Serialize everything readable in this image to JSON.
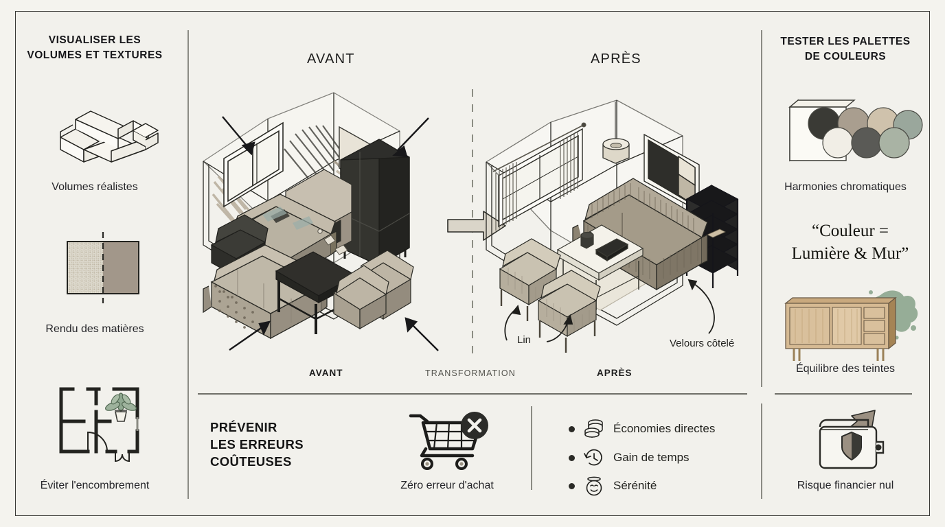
{
  "page": {
    "background": "#F2F1EC",
    "frame_color": "#3a3a36",
    "accent_beige": "#C9C2B2",
    "accent_sage": "#8FA890",
    "ink": "#1c1c1a"
  },
  "left_column": {
    "title_line1": "VISUALISER LES",
    "title_line2": "VOLUMES ET TEXTURES",
    "items": [
      {
        "icon": "sectional-sofa-icon",
        "caption": "Volumes réalistes"
      },
      {
        "icon": "material-swatch-icon",
        "caption": "Rendu des matières"
      },
      {
        "icon": "floor-plan-icon",
        "caption": "Éviter l'encombrement"
      }
    ]
  },
  "right_column": {
    "title_line1": "TESTER LES PALETTES",
    "title_line2": "DE COULEURS",
    "items": [
      {
        "icon": "color-palette-board-icon",
        "caption": "Harmonies chromatiques"
      },
      {
        "icon": "sideboard-icon",
        "caption": "Équilibre des teintes"
      },
      {
        "icon": "wallet-shield-icon",
        "caption": "Risque financier nul"
      }
    ],
    "quote_line1": "“Couleur =",
    "quote_line2": "Lumière & Mur”",
    "palette_swatches": [
      "#3A3A35",
      "#A99E8F",
      "#CFC2AC",
      "#9AA79C",
      "#F1EEE6",
      "#5A5A56",
      "#A9B3A4"
    ]
  },
  "center": {
    "heading_before": "AVANT",
    "heading_after": "APRÈS",
    "footer_before": "AVANT",
    "footer_middle": "TRANSFORMATION",
    "footer_after": "APRÈS",
    "annotation_linen": "Lin",
    "annotation_velvet": "Velours côtelé"
  },
  "bottom": {
    "title_line1": "PRÉVENIR",
    "title_line2": "LES ERREURS",
    "title_line3": "COÛTEUSES",
    "cart_caption": "Zéro erreur d'achat",
    "benefits": [
      {
        "icon": "coins-stack-icon",
        "label": "Économies directes"
      },
      {
        "icon": "clock-rewind-icon",
        "label": "Gain de temps"
      },
      {
        "icon": "serene-face-icon",
        "label": "Sérénité"
      }
    ]
  }
}
